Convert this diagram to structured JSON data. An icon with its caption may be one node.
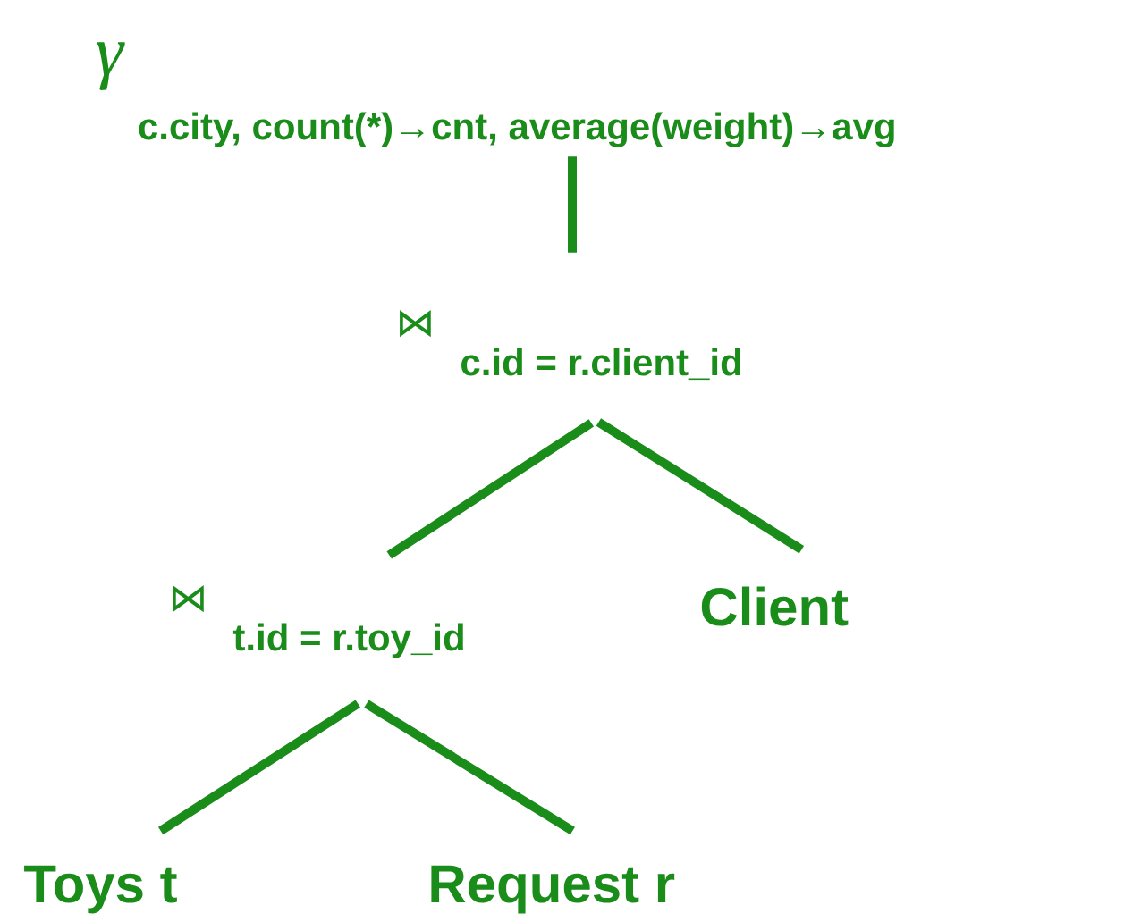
{
  "diagram": {
    "nodes": [
      {
        "text": [
          "γ",
          "c.city, count(*)→cnt, average(weight)→avg"
        ]
      },
      {
        "text": [
          "⋈",
          "c.id = r.client_id"
        ]
      },
      {
        "text": [
          "⋈",
          "t.id = r.toy_id"
        ]
      },
      {
        "text": [
          "Client"
        ]
      },
      {
        "text": [
          "Toys t"
        ]
      },
      {
        "text": [
          "Request r"
        ]
      }
    ],
    "edges": [
      {
        "from": 0,
        "to": 1,
        "arrow": "none"
      },
      {
        "from": 1,
        "to": 2,
        "arrow": "none"
      },
      {
        "from": 1,
        "to": 3,
        "arrow": "none"
      },
      {
        "from": 2,
        "to": 4,
        "arrow": "none"
      },
      {
        "from": 2,
        "to": 5,
        "arrow": "none"
      }
    ]
  }
}
